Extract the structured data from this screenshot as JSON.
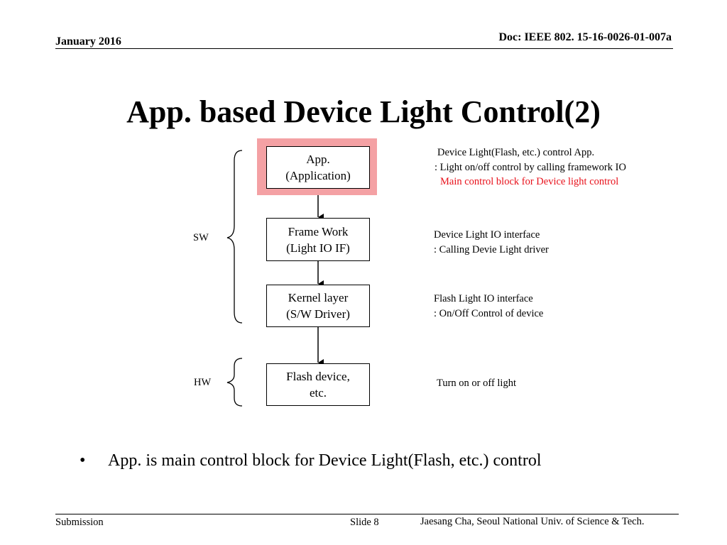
{
  "header": {
    "date": "January 2016",
    "doc": "Doc: IEEE 802. 15-16-0026-01-007a"
  },
  "title": "App. based Device Light Control(2)",
  "diagram": {
    "boxes": {
      "app": {
        "line1": "App.",
        "line2": "(Application)"
      },
      "framework": {
        "line1": "Frame Work",
        "line2": "(Light IO IF)"
      },
      "kernel": {
        "line1": "Kernel layer",
        "line2": "(S/W Driver)"
      },
      "flash": {
        "line1": "Flash device,",
        "line2": "etc."
      }
    },
    "groups": {
      "sw": "SW",
      "hw": "HW"
    },
    "descriptions": {
      "app": {
        "line1": "Device Light(Flash, etc.) control App.",
        "line2": ": Light on/off control by calling framework IO",
        "line3": "Main control block for Device light control"
      },
      "framework": {
        "line1": "Device Light IO interface",
        "line2": ": Calling Devie Light driver"
      },
      "kernel": {
        "line1": "Flash Light IO interface",
        "line2": ": On/Off Control of device"
      },
      "flash": {
        "line1": "Turn on or off light"
      }
    },
    "colors": {
      "highlight": "#f4a1a4",
      "emphasis_text": "#e8101a"
    }
  },
  "bullets": [
    "App. is main control block for Device Light(Flash, etc.) control"
  ],
  "footer": {
    "left": "Submission",
    "slide": "Slide 8",
    "author": "Jaesang Cha, Seoul National Univ. of  Science & Tech."
  }
}
